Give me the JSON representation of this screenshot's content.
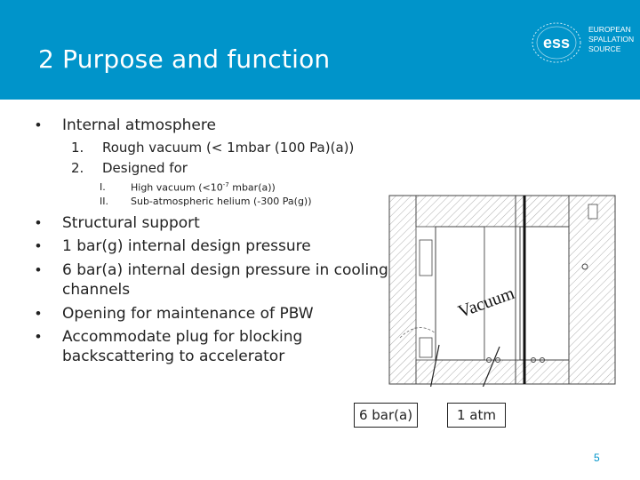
{
  "header": {
    "title": "2 Purpose and function",
    "logo_letters": "ess",
    "logo_lines": [
      "EUROPEAN",
      "SPALLATION",
      "SOURCE"
    ],
    "color": "#0094ca"
  },
  "bullets": {
    "internal_atmosphere": "Internal atmosphere",
    "numbered": [
      {
        "num": "1.",
        "text": "Rough vacuum (< 1mbar (100 Pa)(a))"
      },
      {
        "num": "2.",
        "text": "Designed for"
      }
    ],
    "roman_items": [
      {
        "num": "I.",
        "text_pre": "High vacuum (<10",
        "sup": "-7",
        "text_post": " mbar(a))"
      },
      {
        "num": "II.",
        "text": "Sub-atmospheric helium (-300 Pa(g))"
      }
    ],
    "main": [
      "Structural support",
      "1 bar(g) internal design pressure",
      "6 bar(a) internal design pressure in cooling",
      "channels",
      "Opening for maintenance of PBW",
      "Accommodate plug for blocking",
      "backscattering to accelerator"
    ]
  },
  "diagram": {
    "vacuum_label": "Vacuum",
    "callout_left": "6 bar(a)",
    "callout_right": "1 atm"
  },
  "footer": {
    "page_number": "5"
  }
}
